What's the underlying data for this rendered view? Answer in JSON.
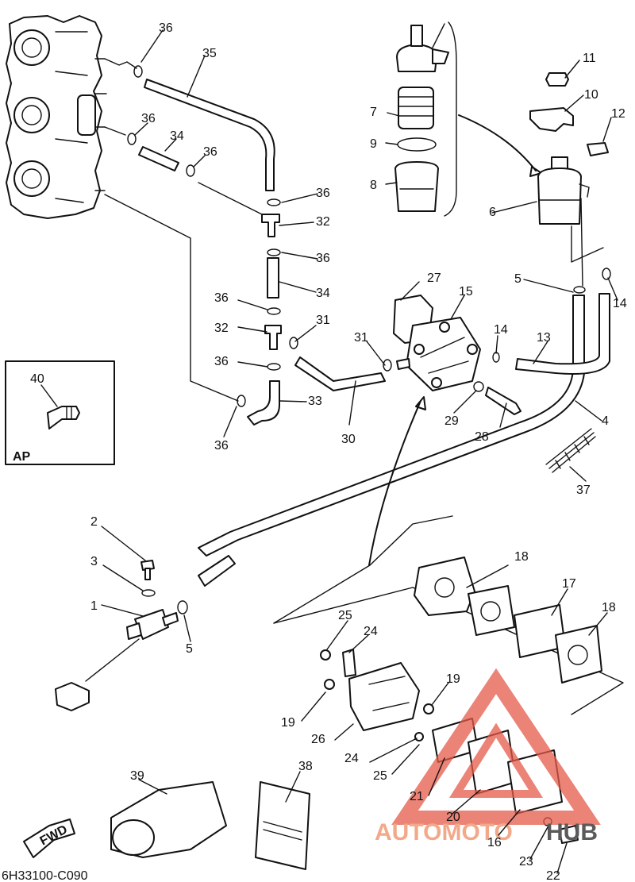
{
  "diagram": {
    "code": "6H33100-C090",
    "inset_tag": "AP",
    "fwd_label": "FWD",
    "callouts": [
      "1",
      "2",
      "3",
      "4",
      "5",
      "5",
      "6",
      "7",
      "8",
      "9",
      "10",
      "11",
      "12",
      "13",
      "14",
      "14",
      "15",
      "16",
      "17",
      "18",
      "18",
      "19",
      "19",
      "20",
      "21",
      "22",
      "23",
      "24",
      "24",
      "25",
      "25",
      "26",
      "27",
      "28",
      "29",
      "30",
      "31",
      "31",
      "32",
      "32",
      "33",
      "34",
      "34",
      "35",
      "36",
      "36",
      "36",
      "36",
      "36",
      "36",
      "36",
      "36",
      "37",
      "38",
      "39",
      "40"
    ]
  },
  "watermark": {
    "part1": "AUTOMOTO",
    "part2": "HUB",
    "color_main": "#f2a98a",
    "color_hub": "#5a5a5a",
    "triangle_color": "#e55a4a"
  }
}
